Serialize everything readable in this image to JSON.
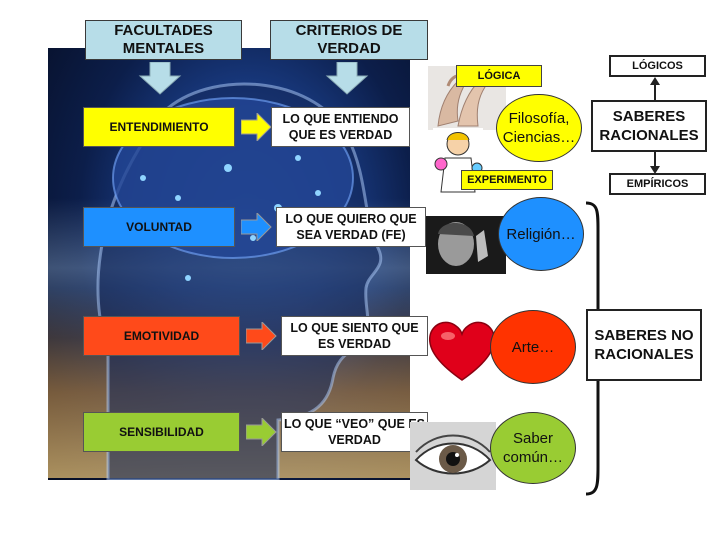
{
  "headers": {
    "facultades": "FACULTADES MENTALES",
    "criterios": "CRITERIOS DE VERDAD"
  },
  "rows": [
    {
      "faculty": "ENTENDIMIENTO",
      "criterion": "LO QUE ENTIENDO QUE ES VERDAD",
      "knowledge": "Filosofía, Ciencias…",
      "faculty_color": "#ffff00",
      "circle_color": "#ffff00"
    },
    {
      "faculty": "VOLUNTAD",
      "criterion": "LO QUE QUIERO QUE SEA VERDAD (FE)",
      "knowledge": "Religión…",
      "faculty_color": "#1e90ff",
      "circle_color": "#1e90ff"
    },
    {
      "faculty": "EMOTIVIDAD",
      "criterion": "LO QUE SIENTO QUE ES VERDAD",
      "knowledge": "Arte…",
      "faculty_color": "#ff4a1a",
      "circle_color": "#ff3300"
    },
    {
      "faculty": "SENSIBILIDAD",
      "criterion": "LO QUE “VEO” QUE ES VERDAD",
      "knowledge": "Saber común…",
      "faculty_color": "#99cc33",
      "circle_color": "#99cc33"
    }
  ],
  "labels": {
    "logica": "LÓGICA",
    "experimento": "EXPERIMENTO"
  },
  "racionales": {
    "logicos": "LÓGICOS",
    "title": "SABERES RACIONALES",
    "empiricos": "EMPÍRICOS"
  },
  "no_racionales": {
    "title": "SABERES NO RACIONALES"
  },
  "icons": [
    "hands-icon",
    "scientist-icon",
    "praying-person-icon",
    "heart-icon",
    "eye-icon"
  ]
}
